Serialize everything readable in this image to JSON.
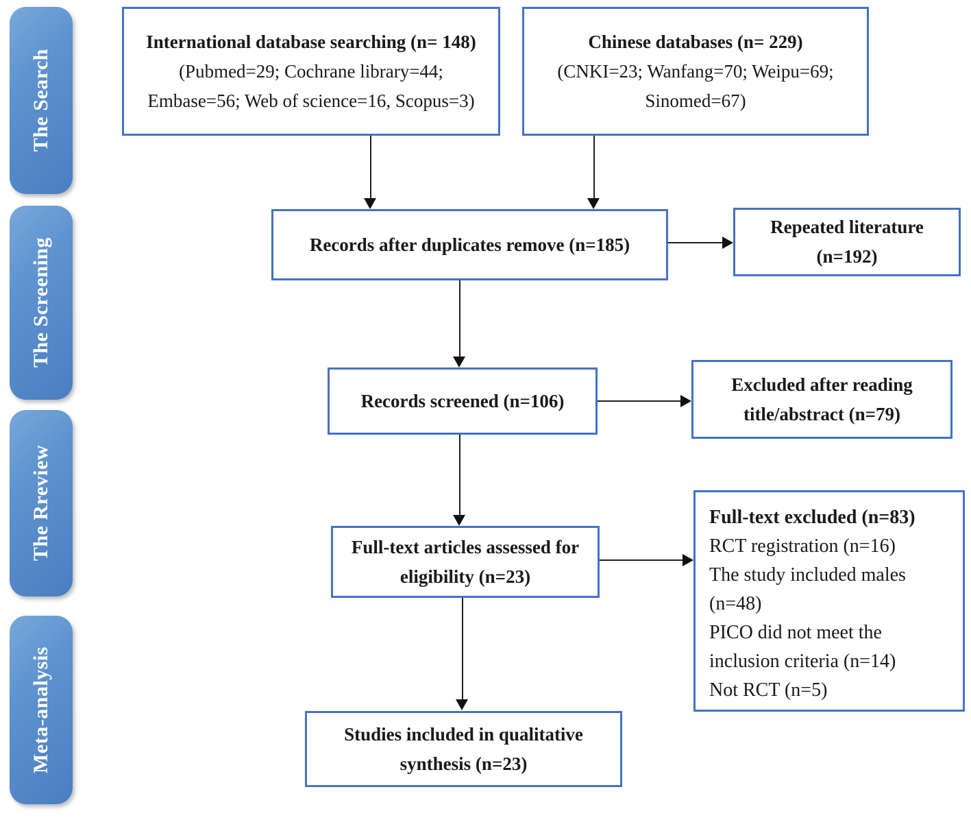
{
  "sidebar": {
    "stages": [
      {
        "label": "The Search"
      },
      {
        "label": "The Screening"
      },
      {
        "label": "The Rreview"
      },
      {
        "label": "Meta-analysis"
      }
    ]
  },
  "boxes": {
    "international": {
      "title": "International database searching (n= 148)",
      "detail1": "(Pubmed=29; Cochrane library=44;",
      "detail2": "Embase=56; Web of science=16, Scopus=3)"
    },
    "chinese": {
      "title": "Chinese databases (n= 229)",
      "detail1": "(CNKI=23; Wanfang=70; Weipu=69;",
      "detail2": "Sinomed=67)"
    },
    "duplicates_removed": {
      "title": "Records after duplicates remove (n=185)"
    },
    "repeated_literature": {
      "line1": "Repeated literature",
      "line2": "(n=192)"
    },
    "records_screened": {
      "title": "Records screened (n=106)"
    },
    "excluded_title_abstract": {
      "line1": "Excluded after reading",
      "line2": "title/abstract (n=79)"
    },
    "fulltext_assessed": {
      "line1": "Full-text articles assessed for",
      "line2": "eligibility (n=23)"
    },
    "fulltext_excluded": {
      "title": "Full-text excluded (n=83)",
      "reasons": [
        "RCT registration (n=16)",
        "The study included males (n=48)",
        "PICO did not meet the inclusion criteria (n=14)",
        "Not RCT (n=5)"
      ]
    },
    "qualitative_synthesis": {
      "line1": "Studies included in qualitative",
      "line2": "synthesis (n=23)"
    }
  },
  "colors": {
    "box_border": "#4472c4",
    "stage_fill_top": "#79a8da",
    "stage_fill_bottom": "#4a7ec2",
    "stage_text": "#ffffff",
    "arrow": "#1f1f1f",
    "text": "#1a1a1a"
  }
}
